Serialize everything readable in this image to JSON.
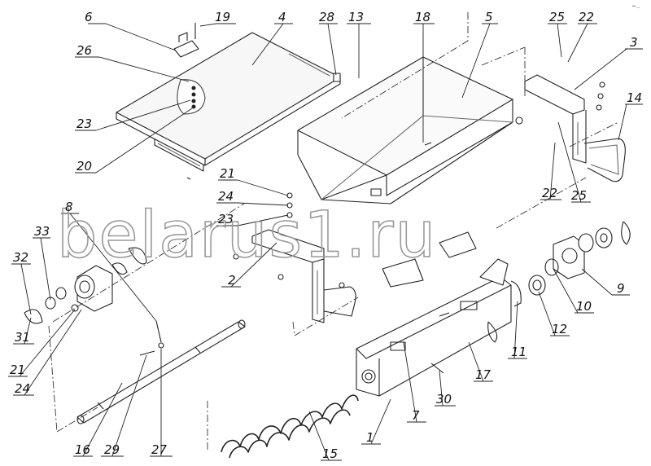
{
  "watermark": "belarus1.ru",
  "corner_mark": "~..",
  "callouts": [
    {
      "id": "c6",
      "text": "6"
    },
    {
      "id": "c19",
      "text": "19"
    },
    {
      "id": "c4",
      "text": "4"
    },
    {
      "id": "c28",
      "text": "28"
    },
    {
      "id": "c13",
      "text": "13"
    },
    {
      "id": "c18",
      "text": "18"
    },
    {
      "id": "c5",
      "text": "5"
    },
    {
      "id": "c25a",
      "text": "25"
    },
    {
      "id": "c22a",
      "text": "22"
    },
    {
      "id": "c3",
      "text": "3"
    },
    {
      "id": "c26",
      "text": "26"
    },
    {
      "id": "c14",
      "text": "14"
    },
    {
      "id": "c23a",
      "text": "23"
    },
    {
      "id": "c20",
      "text": "20"
    },
    {
      "id": "c21a",
      "text": "21"
    },
    {
      "id": "c24a",
      "text": "24"
    },
    {
      "id": "c23b",
      "text": "23"
    },
    {
      "id": "c22b",
      "text": "22"
    },
    {
      "id": "c25b",
      "text": "25"
    },
    {
      "id": "c8",
      "text": "8"
    },
    {
      "id": "c33",
      "text": "33"
    },
    {
      "id": "c32",
      "text": "32"
    },
    {
      "id": "c2",
      "text": "2"
    },
    {
      "id": "c9",
      "text": "9"
    },
    {
      "id": "c10",
      "text": "10"
    },
    {
      "id": "c12",
      "text": "12"
    },
    {
      "id": "c31",
      "text": "31"
    },
    {
      "id": "c11",
      "text": "11"
    },
    {
      "id": "c21b",
      "text": "21"
    },
    {
      "id": "c17",
      "text": "17"
    },
    {
      "id": "c24b",
      "text": "24"
    },
    {
      "id": "c7",
      "text": "7"
    },
    {
      "id": "c30",
      "text": "30"
    },
    {
      "id": "c1",
      "text": "1"
    },
    {
      "id": "c16",
      "text": "16"
    },
    {
      "id": "c29",
      "text": "29"
    },
    {
      "id": "c27",
      "text": "27"
    },
    {
      "id": "c15",
      "text": "15"
    }
  ]
}
